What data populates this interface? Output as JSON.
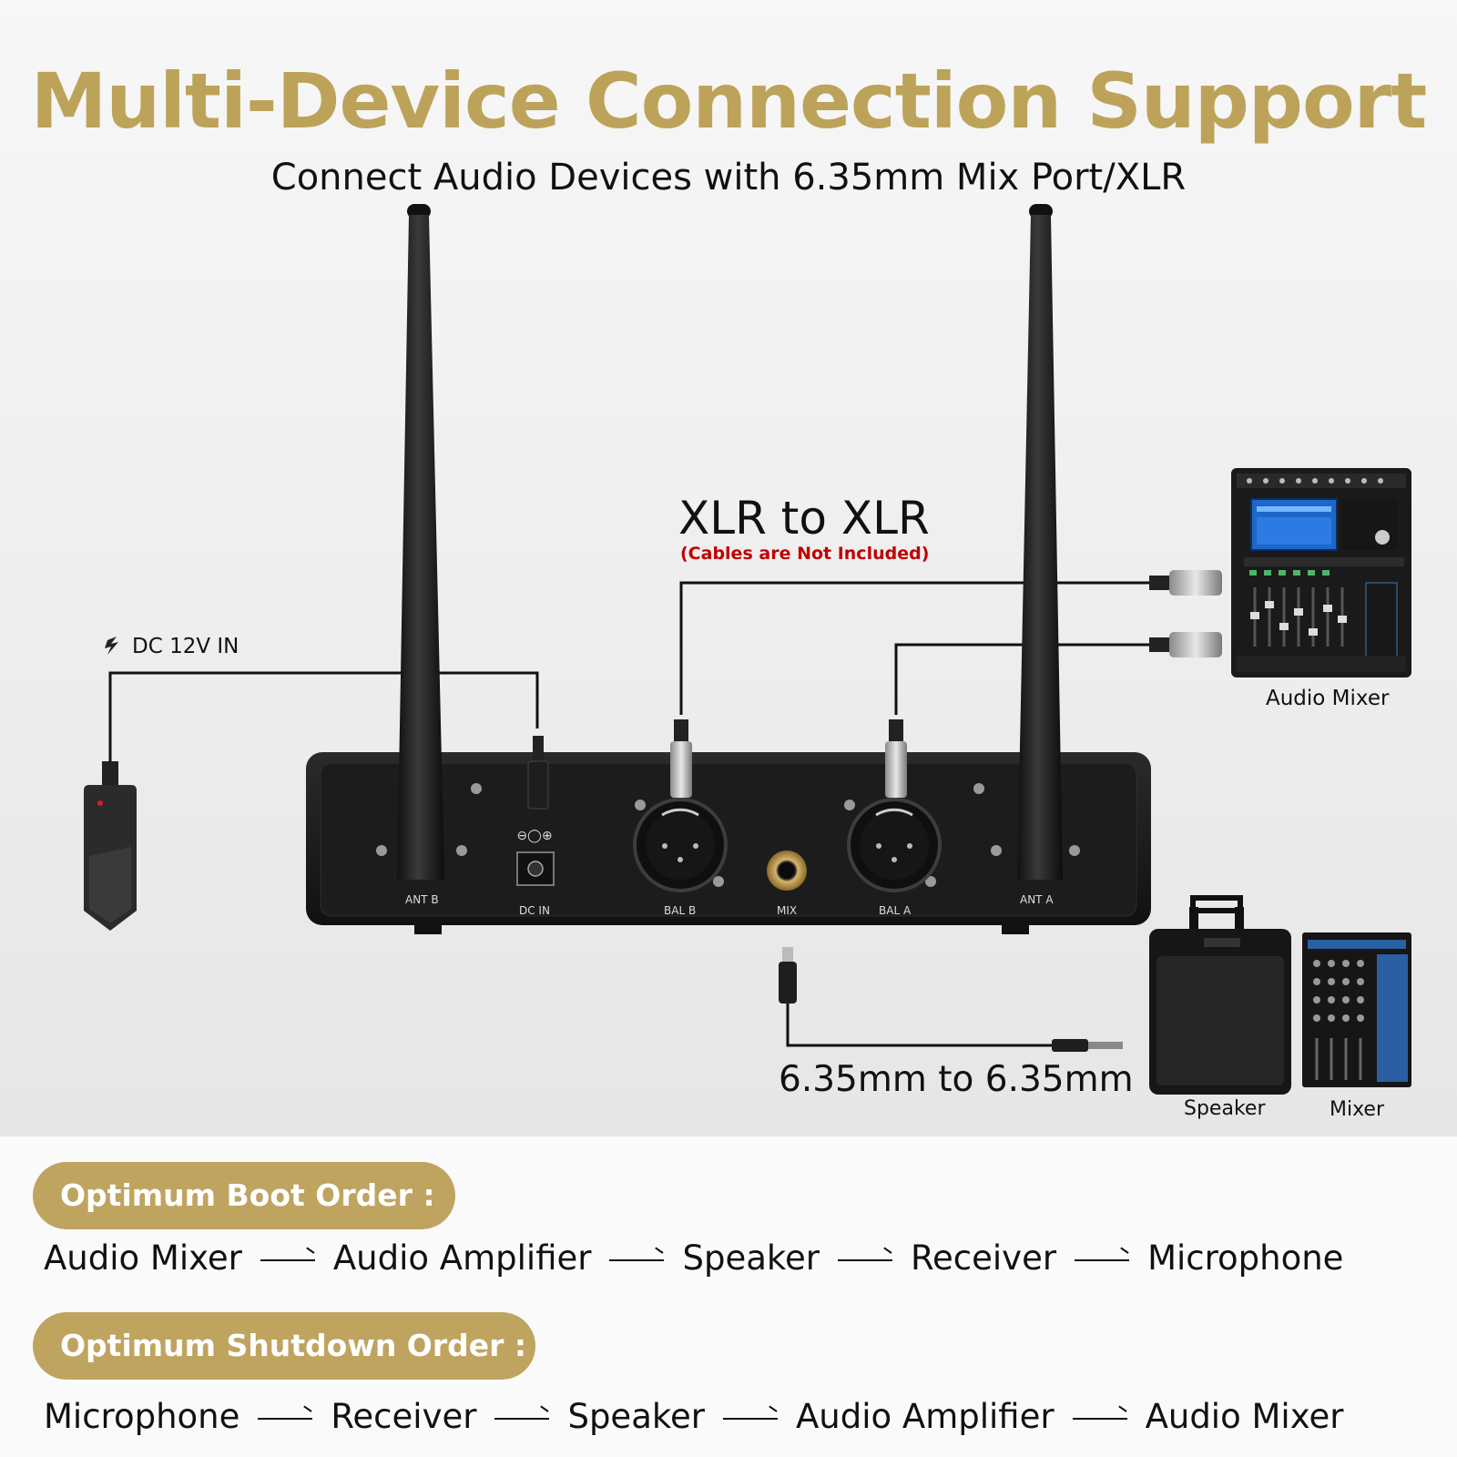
{
  "header": {
    "title": "Multi-Device Connection Support",
    "subtitle": "Connect Audio Devices with 6.35mm Mix Port/XLR"
  },
  "diagram": {
    "xlr_label": "XLR to XLR",
    "xlr_note": "(Cables are Not Included)",
    "dc_label": "DC 12V IN",
    "quarter_label": "6.35mm to 6.35mm",
    "devices": {
      "audio_mixer": "Audio Mixer",
      "speaker": "Speaker",
      "mixer": "Mixer"
    },
    "ports": {
      "ant_b": "ANT B",
      "dc_in": "DC IN",
      "bal_b": "BAL B",
      "mix": "MIX",
      "bal_a": "BAL A",
      "ant_a": "ANT A"
    }
  },
  "boot_order": {
    "heading": "Optimum Boot Order :",
    "steps": [
      "Audio Mixer",
      "Audio Amplifier",
      "Speaker",
      "Receiver",
      "Microphone"
    ]
  },
  "shutdown_order": {
    "heading": "Optimum Shutdown Order :",
    "steps": [
      "Microphone",
      "Receiver",
      "Speaker",
      "Audio Amplifier",
      "Audio Mixer"
    ]
  },
  "colors": {
    "gold": "#bda35a",
    "pill": "#bfa460",
    "note_red": "#c00000",
    "device_black": "#1a1a1a"
  }
}
